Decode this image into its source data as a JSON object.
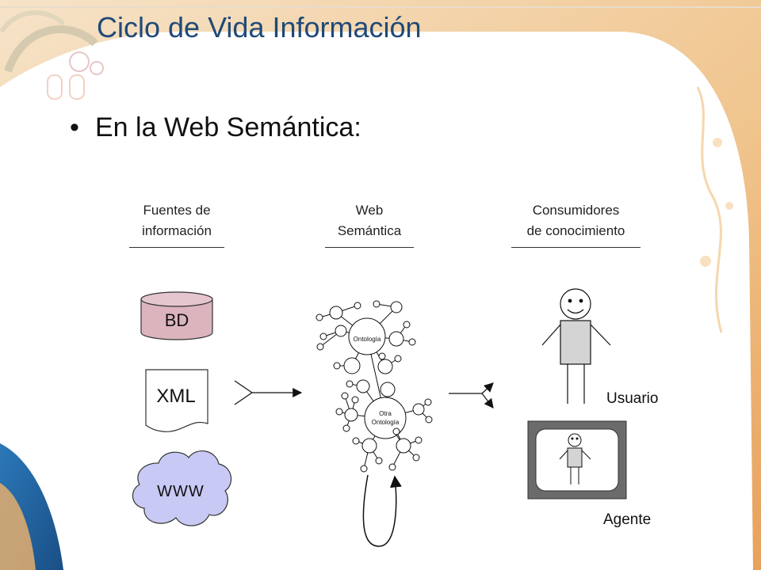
{
  "slide": {
    "title": "Ciclo de Vida Información",
    "bullet_marker": "•",
    "bullet": "En la Web Semántica:"
  },
  "diagram": {
    "columns": [
      {
        "line1": "Fuentes de",
        "line2": "información"
      },
      {
        "line1": "Web",
        "line2": "Semántica"
      },
      {
        "line1": "Consumidores",
        "line2": "de conocimiento"
      }
    ],
    "sources": {
      "database": "BD",
      "xml": "XML",
      "www": "WWW"
    },
    "ontologies": {
      "first": "Ontología",
      "second_line1": "Otra",
      "second_line2": "Ontología"
    },
    "consumers": {
      "user": "Usuario",
      "agent": "Agente"
    },
    "colors": {
      "title": "#1f4a78",
      "database_fill": "#dbb4bd",
      "cloud_fill": "#c9c9f5",
      "person_fill": "#d4d4d4",
      "monitor_frame": "#6b6b6b"
    }
  }
}
